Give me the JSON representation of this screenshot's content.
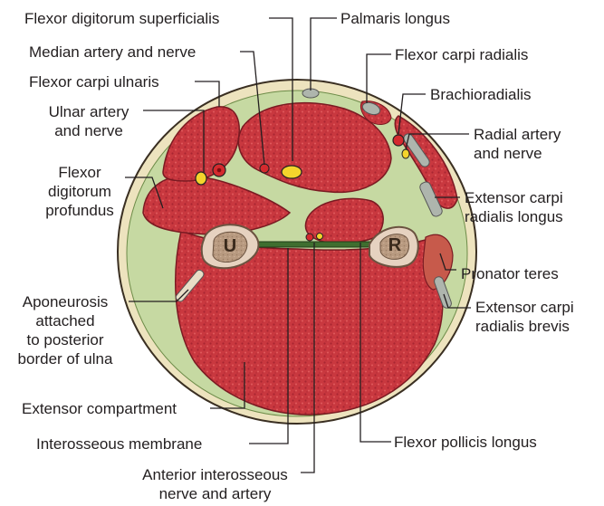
{
  "labels": {
    "flexor_digitorum_superficialis": "Flexor digitorum superficialis",
    "palmaris_longus": "Palmaris longus",
    "median_artery_nerve": "Median artery and nerve",
    "flexor_carpi_radialis": "Flexor carpi radialis",
    "flexor_carpi_ulnaris": "Flexor carpi ulnaris",
    "brachioradialis": "Brachioradialis",
    "ulnar_artery_nerve": [
      "Ulnar artery",
      "and nerve"
    ],
    "radial_artery_nerve": [
      "Radial artery",
      "and nerve"
    ],
    "flexor_digitorum_profundus": [
      "Flexor",
      "digitorum",
      "profundus"
    ],
    "extensor_carpi_radialis_longus": [
      "Extensor carpi",
      "radialis longus"
    ],
    "pronator_teres": "Pronator teres",
    "aponeurosis": [
      "Aponeurosis",
      "attached",
      "to posterior",
      "border of ulna"
    ],
    "extensor_carpi_radialis_brevis": [
      "Extensor carpi",
      "radialis brevis"
    ],
    "extensor_compartment": "Extensor compartment",
    "flexor_pollicis_longus": "Flexor pollicis longus",
    "interosseous_membrane": "Interosseous membrane",
    "anterior_interosseous": [
      "Anterior interosseous",
      "nerve and artery"
    ]
  },
  "bones": {
    "ulna": "U",
    "radius": "R"
  },
  "colors": {
    "muscle": "#c9383f",
    "muscle_dark": "#9e1f2a",
    "fascia": "#c6d9a2",
    "skin": "#ede3be",
    "bone": "#e6d2c0",
    "marrow": "#b89a80",
    "artery": "#d42a2e",
    "nerve": "#f4d42c",
    "tendon": "#aeb5ad",
    "membrane": "#3f6e2f",
    "leader": "#231f20"
  }
}
